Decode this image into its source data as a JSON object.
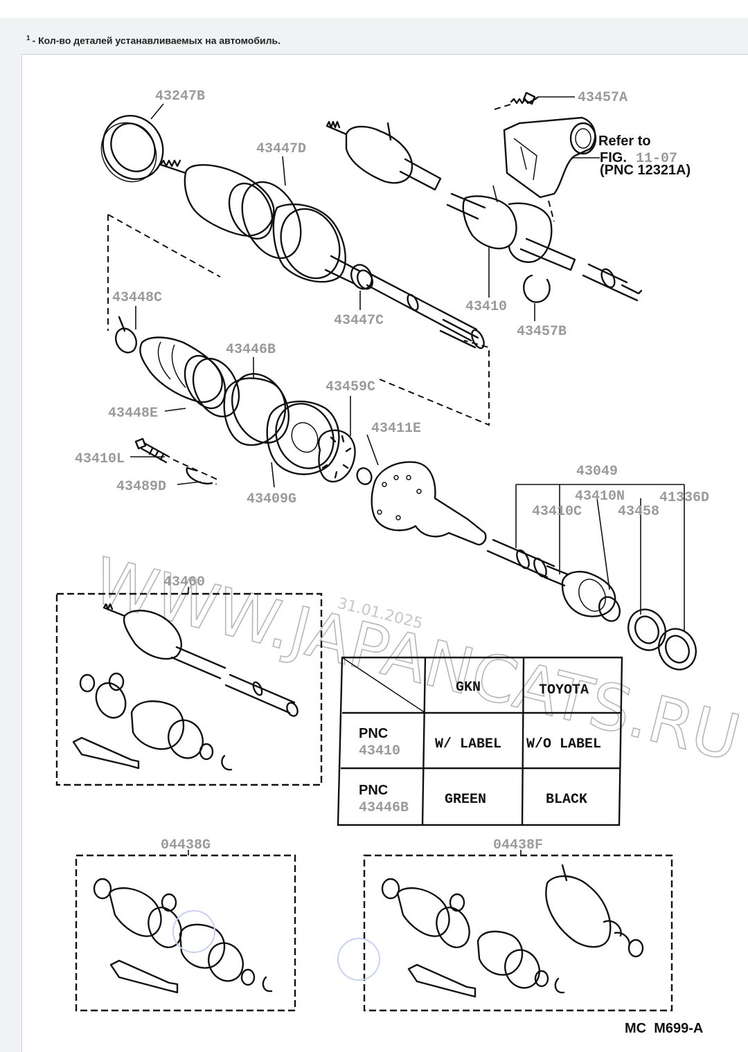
{
  "note": {
    "marker": "1",
    "text": "- Кол-во деталей устанавливаемых на автомобиль."
  },
  "labels": {
    "p43247B": "43247B",
    "p43447D": "43447D",
    "p43457A": "43457A",
    "refer_to": "Refer to",
    "fig": "FIG.",
    "fig_num": "11-07",
    "pnc_ref": "(PNC 12321A)",
    "p43448C": "43448C",
    "p43447C": "43447C",
    "p43410": "43410",
    "p43457B": "43457B",
    "p43446B": "43446B",
    "p43459C": "43459C",
    "p43448E": "43448E",
    "p43411E": "43411E",
    "p43410L": "43410L",
    "p43489D": "43489D",
    "p43409G": "43409G",
    "p43049": "43049",
    "p43410N": "43410N",
    "p41336D": "41336D",
    "p43410C": "43410C",
    "p43458": "43458",
    "p43460": "43460",
    "p04438G": "04438G",
    "p04438F": "04438F",
    "code": "MC  M699-A"
  },
  "table": {
    "col1": "GKN",
    "col2": "TOYOTA",
    "row1_head": "PNC",
    "row1_pn": "43410",
    "row1_c1": "W/ LABEL",
    "row1_c2": "W/O LABEL",
    "row2_head": "PNC",
    "row2_pn": "43446B",
    "row2_c1": "GREEN",
    "row2_c2": "BLACK"
  },
  "watermark": {
    "text": "WWW.JAPANCATS.RU",
    "date": "31.01.2025"
  }
}
